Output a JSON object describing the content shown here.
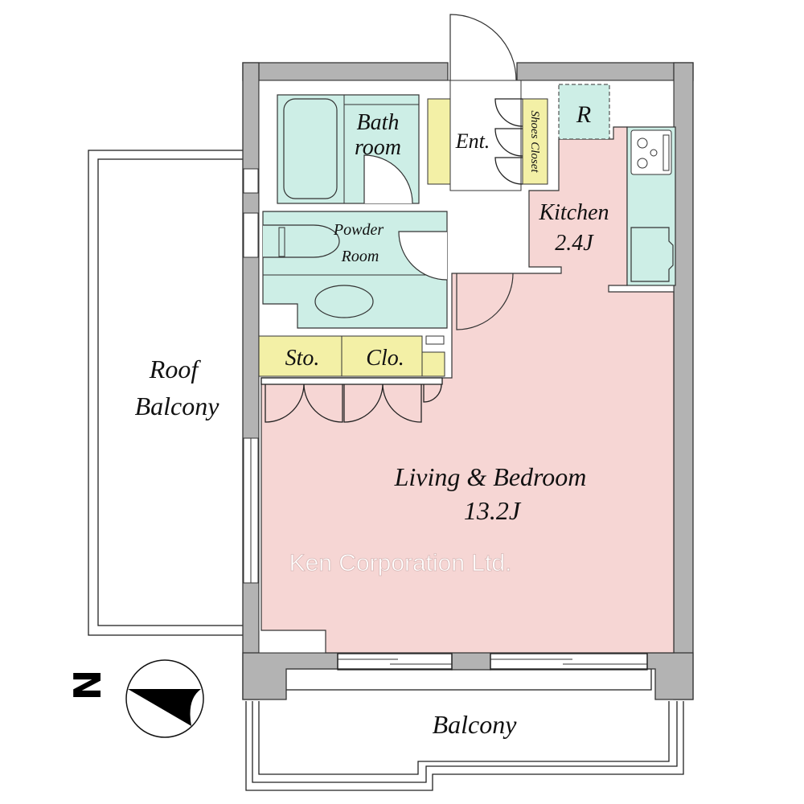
{
  "rooms": {
    "bath_line1": "Bath",
    "bath_line2": "room",
    "entrance": "Ent.",
    "shoes_closet": "Shoes Closet",
    "refrigerator": "R",
    "kitchen": "Kitchen",
    "kitchen_size": "2.4J",
    "powder_line1": "Powder",
    "powder_line2": "Room",
    "storage": "Sto.",
    "closet": "Clo.",
    "living": "Living & Bedroom",
    "living_size": "13.2J",
    "roof_balcony_line1": "Roof",
    "roof_balcony_line2": "Balcony",
    "balcony": "Balcony"
  },
  "compass": {
    "label": "N",
    "icon": "north-arrow-icon"
  },
  "watermark": "Ken Corporation Ltd.",
  "colors": {
    "wall": "#b3b3b3",
    "living": "#f6d6d4",
    "wet_area": "#cdeee6",
    "storage": "#f3f0a6"
  }
}
